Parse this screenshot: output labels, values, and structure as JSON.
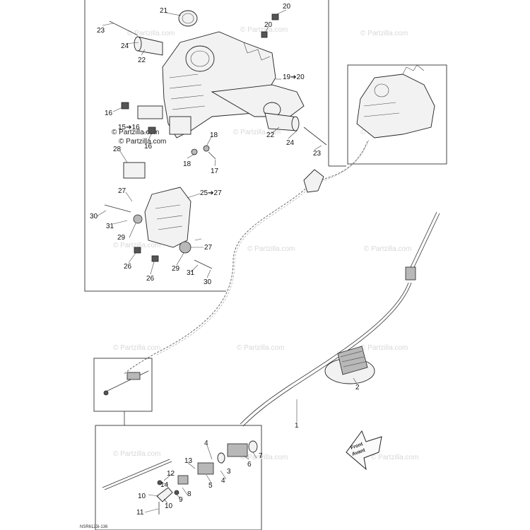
{
  "diagram": {
    "watermark": "© Partzilla.com",
    "reference_code": "NSR6123i-136",
    "front_arrow": {
      "line1": "Front",
      "line2": "Avant"
    },
    "labels": {
      "l1": "1",
      "l2": "2",
      "l3": "3",
      "l4a": "4",
      "l4b": "4",
      "l5": "5",
      "l6": "6",
      "l7": "7",
      "l8": "8",
      "l9": "9",
      "l10a": "10",
      "l10b": "10",
      "l11": "11",
      "l12": "12",
      "l13": "13",
      "l14": "14",
      "l16a": "16",
      "l16b": "16",
      "l15_16": "15➔16",
      "l17": "17",
      "l18a": "18",
      "l18b": "18",
      "l19_20": "19➔20",
      "l20a": "20",
      "l20b": "20",
      "l21": "21",
      "l22a": "22",
      "l22b": "22",
      "l23a": "23",
      "l23b": "23",
      "l24a": "24",
      "l24b": "24",
      "l25_27": "25➔27",
      "l26a": "26",
      "l26b": "26",
      "l27a": "27",
      "l27b": "27",
      "l28": "28",
      "l29a": "29",
      "l29b": "29",
      "l30a": "30",
      "l30b": "30",
      "l31a": "31",
      "l31b": "31"
    }
  }
}
